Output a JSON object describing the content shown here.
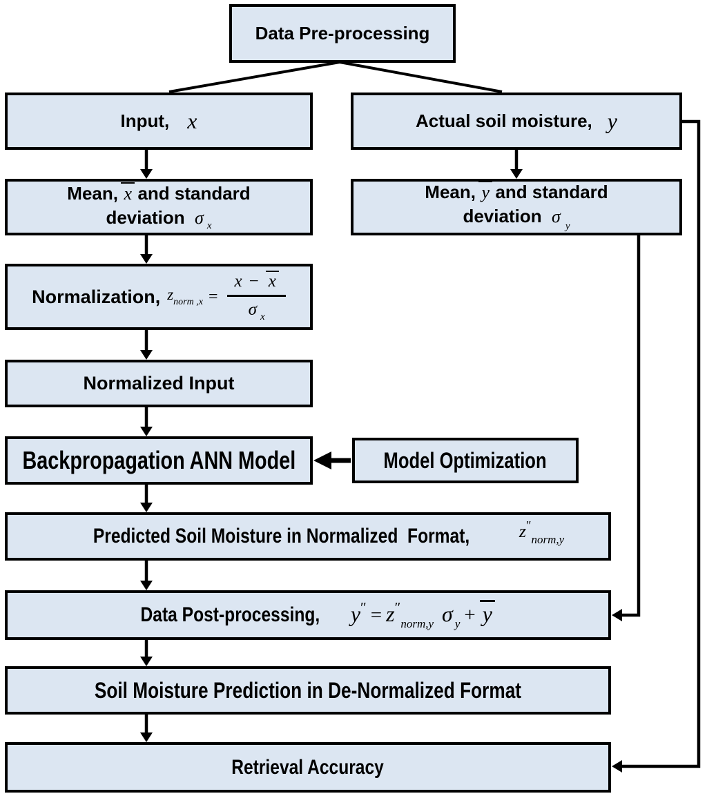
{
  "colors": {
    "background": "#ffffff",
    "box_fill": "#dce6f2",
    "box_border": "#000000",
    "connector": "#000000",
    "text": "#000000"
  },
  "nodes": {
    "data_preprocessing": {
      "label": "Data Pre-processing"
    },
    "input": {
      "label": "Input,",
      "variable": "x"
    },
    "actual_soil_moisture": {
      "label": "Actual soil moisture,",
      "variable": "y"
    },
    "mean_std_x": {
      "mean": "Mean,",
      "variable": "x",
      "and_standard": "and standard",
      "deviation": "deviation",
      "sigma": "σ",
      "sigma_sub": "x"
    },
    "mean_std_y": {
      "mean": "Mean,",
      "variable": "y",
      "and_standard": "and standard",
      "deviation": "deviation",
      "sigma": "σ",
      "sigma_sub": "y"
    },
    "normalization": {
      "label": "Normalization,",
      "z": "z",
      "z_sub": "norm ,x",
      "equals": "=",
      "numerator_x": "x",
      "minus": "−",
      "numerator_xbar": "x",
      "den_sigma": "σ",
      "den_sub": "x"
    },
    "normalized_input": {
      "label": "Normalized Input"
    },
    "backpropagation": {
      "label": "Backpropagation ANN Model"
    },
    "model_optimization": {
      "label": "Model Optimization"
    },
    "predicted_normalized": {
      "label": "Predicted Soil Moisture in Normalized  Format,",
      "z": "z",
      "primes": "″",
      "sub": "norm,y"
    },
    "post_processing": {
      "label": "Data Post-processing,",
      "y": "y",
      "y_primes": "″",
      "equals": "=",
      "z": "z",
      "z_primes": "″",
      "z_sub": "norm,y",
      "sigma": "σ",
      "sigma_sub": "y",
      "plus": "+",
      "y_bar": "y"
    },
    "denormalized": {
      "label": "Soil Moisture Prediction in De-Normalized Format"
    },
    "retrieval_accuracy": {
      "label": "Retrieval Accuracy"
    }
  }
}
